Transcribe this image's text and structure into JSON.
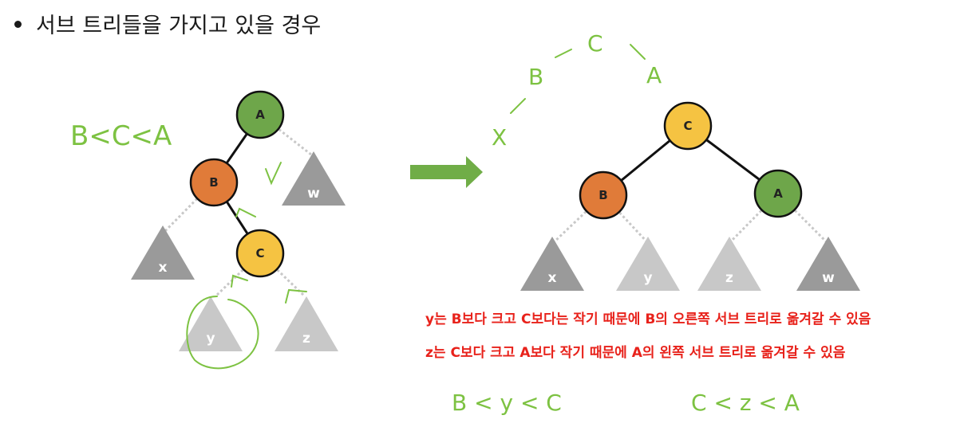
{
  "heading": "서브 트리들을 가지고 있을 경우",
  "left_tree": {
    "root": "A",
    "left_child": "B",
    "right_grandchild": "C",
    "subtrees": [
      "x",
      "y",
      "z",
      "w"
    ]
  },
  "right_tree": {
    "root": "C",
    "left_child": "B",
    "right_child": "A",
    "subtrees": [
      "x",
      "y",
      "z",
      "w"
    ]
  },
  "notes": {
    "line1": "y는 B보다 크고 C보다는 작기 때문에 B의 오른쪽 서브 트리로 옮겨갈 수 있음",
    "line2": "z는 C보다 크고 A보다 작기 때문에 A의 왼쪽 서브 트리로 옮겨갈 수 있음"
  },
  "handwriting": {
    "order_left": "B<C<A",
    "path_right": [
      "X",
      "B",
      "C",
      "A"
    ],
    "inequality_y": "B < y < C",
    "inequality_z": "C < z < A"
  },
  "colors": {
    "node_a": "#6ea64a",
    "node_b": "#e07b39",
    "node_c": "#f5c342",
    "dark_triangle": "#9a9a9a",
    "light_triangle": "#c8c8c8",
    "arrow": "#70ad47",
    "note_red": "#e8221b",
    "handwriting_green": "#7dc242"
  }
}
